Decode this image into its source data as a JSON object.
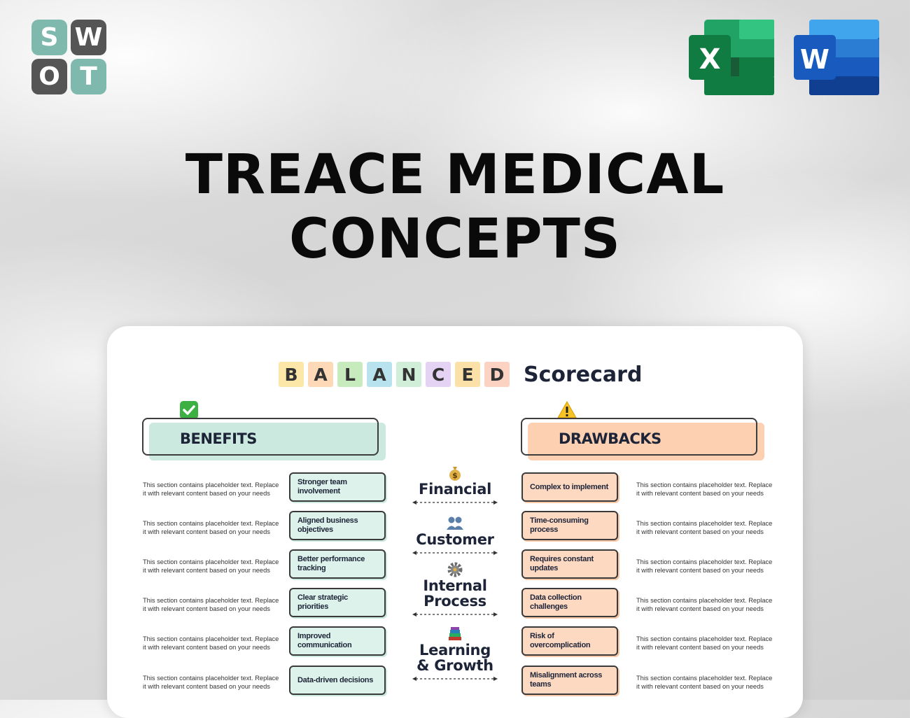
{
  "logo": {
    "tiles": [
      "S",
      "W",
      "O",
      "T"
    ]
  },
  "apps": {
    "excel_letter": "X",
    "word_letter": "W"
  },
  "title": {
    "line1": "TREACE MEDICAL",
    "line2": "CONCEPTS"
  },
  "heading": {
    "letters": [
      {
        "char": "B",
        "color": "#fde7a8"
      },
      {
        "char": "A",
        "color": "#fdd9b8"
      },
      {
        "char": "L",
        "color": "#c8ebbd"
      },
      {
        "char": "A",
        "color": "#b8e3ee"
      },
      {
        "char": "N",
        "color": "#d0eed8"
      },
      {
        "char": "C",
        "color": "#e4d3f3"
      },
      {
        "char": "E",
        "color": "#fbe1a8"
      },
      {
        "char": "D",
        "color": "#fcd2c3"
      }
    ],
    "word": "Scorecard"
  },
  "benefits": {
    "label": "BENEFITS",
    "icon": "check-mark-icon",
    "accent": "#cbe9de",
    "rows": [
      {
        "desc": "This section contains placeholder text. Replace it with relevant content based on your needs",
        "item": "Stronger team involvement"
      },
      {
        "desc": "This section contains placeholder text. Replace it with relevant content based on your needs",
        "item": "Aligned business objectives"
      },
      {
        "desc": "This section contains placeholder text. Replace it with relevant content based on your needs",
        "item": "Better performance tracking"
      },
      {
        "desc": "This section contains placeholder text. Replace it with relevant content based on your needs",
        "item": "Clear strategic priorities"
      },
      {
        "desc": "This section contains placeholder text. Replace it with relevant content based on your needs",
        "item": "Improved communication"
      },
      {
        "desc": "This section contains placeholder text. Replace it with relevant content based on your needs",
        "item": "Data-driven decisions"
      }
    ]
  },
  "drawbacks": {
    "label": "DRAWBACKS",
    "icon": "warning-icon",
    "accent": "#fcd0b1",
    "rows": [
      {
        "desc": "This section contains placeholder text. Replace it with relevant content based on your needs",
        "item": "Complex to implement"
      },
      {
        "desc": "This section contains placeholder text. Replace it with relevant content based on your needs",
        "item": "Time-consuming process"
      },
      {
        "desc": "This section contains placeholder text. Replace it with relevant content based on your needs",
        "item": "Requires constant updates"
      },
      {
        "desc": "This section contains placeholder text. Replace it with relevant content based on your needs",
        "item": "Data collection challenges"
      },
      {
        "desc": "This section contains placeholder text. Replace it with relevant content based on your needs",
        "item": "Risk of overcomplication"
      },
      {
        "desc": "This section contains placeholder text. Replace it with relevant content based on your needs",
        "item": "Misalignment across teams"
      }
    ]
  },
  "perspectives": [
    {
      "name": "Financial",
      "icon": "money-bag-icon"
    },
    {
      "name": "Customer",
      "icon": "people-icon"
    },
    {
      "name": "Internal Process",
      "icon": "gear-icon"
    },
    {
      "name": "Learning & Growth",
      "icon": "books-icon"
    }
  ]
}
